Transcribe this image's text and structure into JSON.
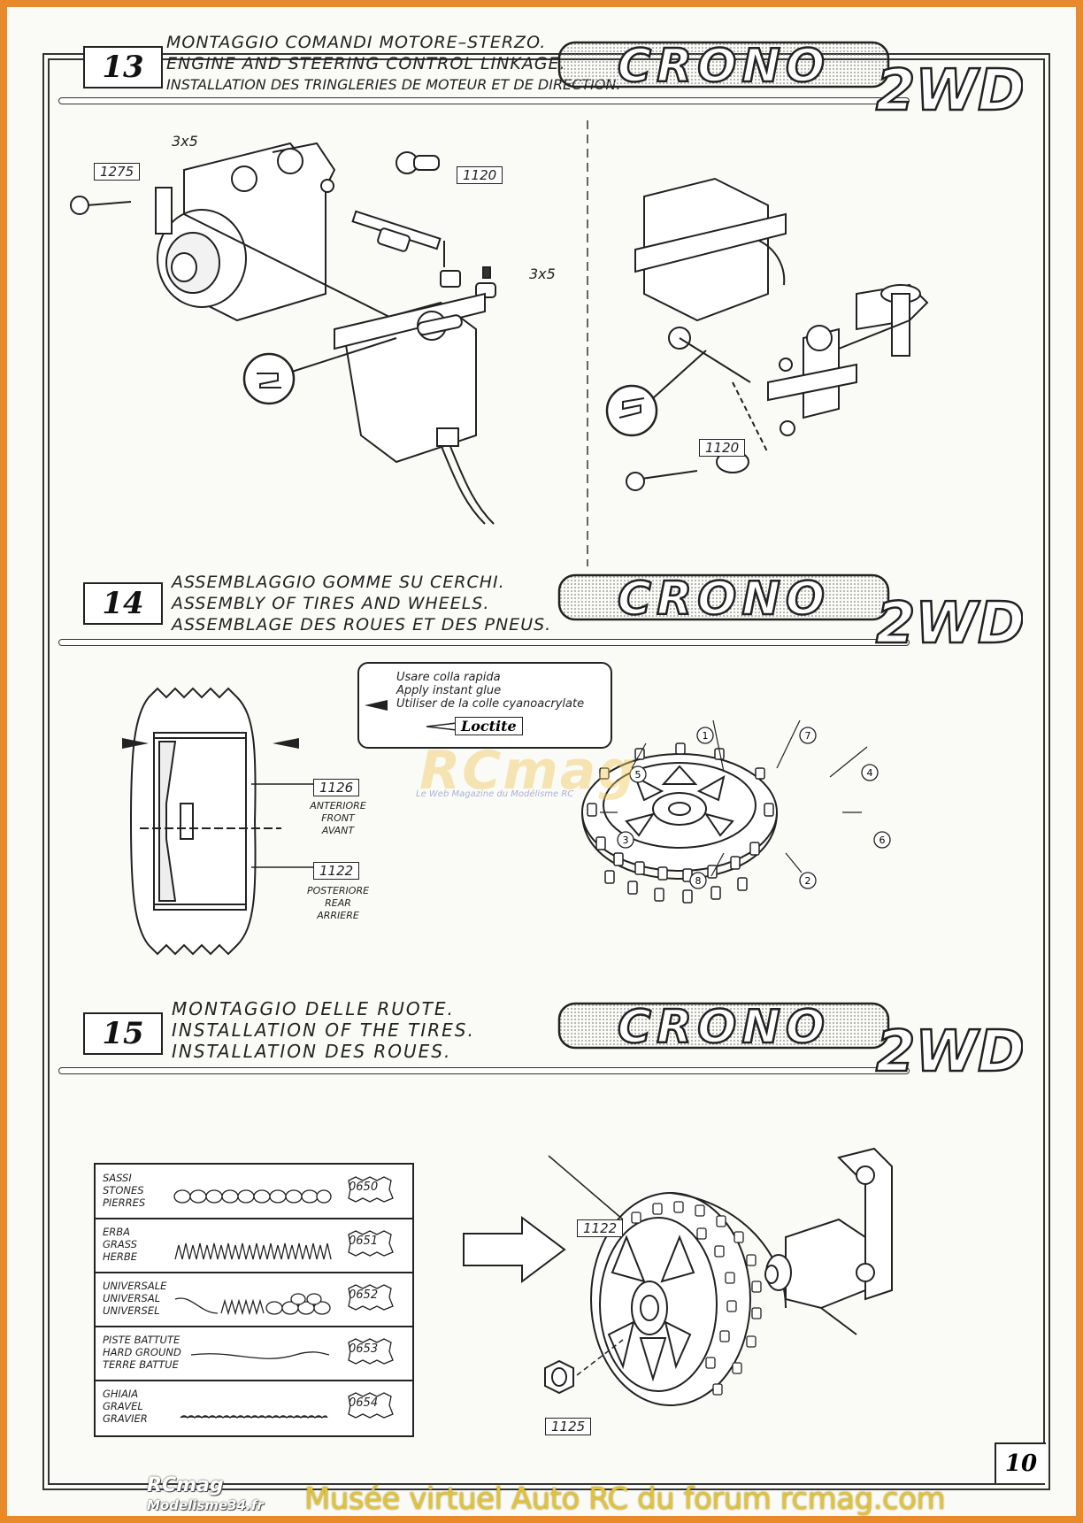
{
  "steps": [
    {
      "number": "13",
      "lines": [
        "MONTAGGIO COMANDI MOTORE–STERZO.",
        "ENGINE AND STEERING CONTROL LINKAGE.",
        "INSTALLATION DES TRINGLERIES DE MOTEUR ET DE DIRECTION."
      ]
    },
    {
      "number": "14",
      "lines": [
        "ASSEMBLAGGIO GOMME SU CERCHI.",
        "ASSEMBLY OF TIRES AND WHEELS.",
        "ASSEMBLAGE DES ROUES ET DES PNEUS."
      ]
    },
    {
      "number": "15",
      "lines": [
        "MONTAGGIO DELLE RUOTE.",
        "INSTALLATION OF THE TIRES.",
        "INSTALLATION DES ROUES."
      ]
    }
  ],
  "logo": {
    "name": "CRONO",
    "suffix": "2WD"
  },
  "step13": {
    "part_1275": "1275",
    "part_1120_a": "1120",
    "part_1120_b": "1120",
    "screw_a": "3x5",
    "screw_b": "3x5"
  },
  "step14": {
    "glue_lines": [
      "Usare colla rapida",
      "Apply instant glue",
      "Utiliser de la colle cyanoacrylate"
    ],
    "glue_brand": "Loctite",
    "part_front": "1126",
    "front_caption": [
      "ANTERIORE",
      "FRONT",
      "AVANT"
    ],
    "part_rear": "1122",
    "rear_caption": [
      "POSTERIORE",
      "REAR",
      "ARRIERE"
    ],
    "sequence": [
      "1",
      "2",
      "3",
      "4",
      "5",
      "6",
      "7",
      "8"
    ]
  },
  "step15": {
    "terrain": [
      {
        "names": [
          "SASSI",
          "STONES",
          "PIERRES"
        ],
        "code": "0650"
      },
      {
        "names": [
          "ERBA",
          "GRASS",
          "HERBE"
        ],
        "code": "0651"
      },
      {
        "names": [
          "UNIVERSALE",
          "UNIVERSAL",
          "UNIVERSEL"
        ],
        "code": "0652"
      },
      {
        "names": [
          "PISTE BATTUTE",
          "HARD GROUND",
          "TERRE BATTUE"
        ],
        "code": "0653"
      },
      {
        "names": [
          "GHIAIA",
          "GRAVEL",
          "GRAVIER"
        ],
        "code": "0654"
      }
    ],
    "part_wheel": "1122",
    "part_nut": "1125"
  },
  "page_number": "10",
  "watermark": {
    "title": "RCmag",
    "subtitle": "Le Web Magazine du Modélisme RC"
  },
  "footer": {
    "brand": "RCmag",
    "brand_sub": "Modelisme34.fr",
    "text": "Musée virtuel Auto RC du forum rcmag.com"
  }
}
